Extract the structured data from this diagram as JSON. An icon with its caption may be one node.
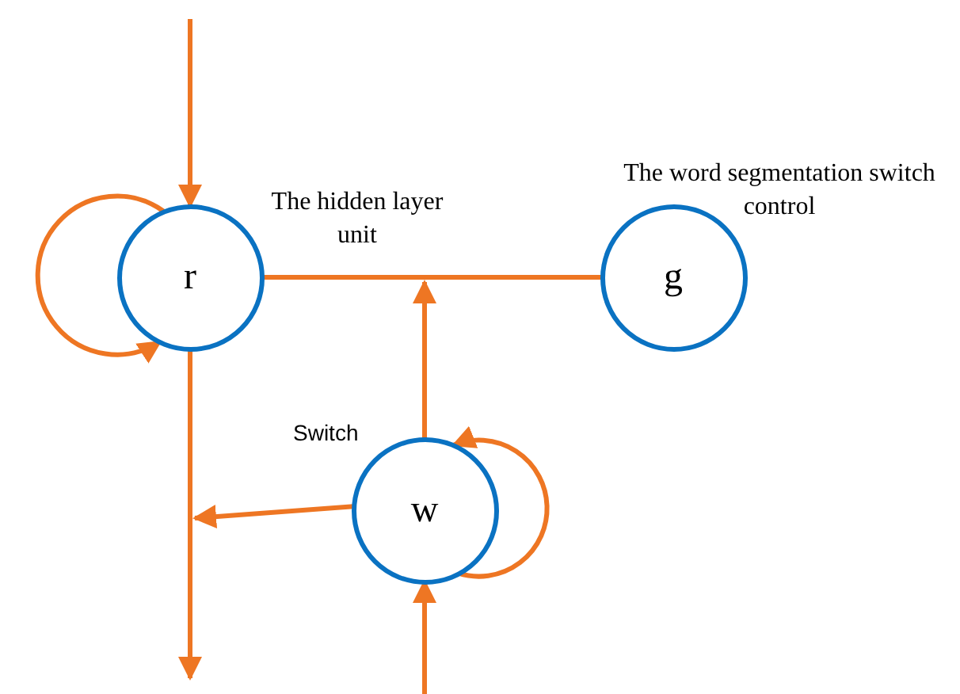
{
  "diagram": {
    "nodes": [
      {
        "text": [
          "r"
        ],
        "beside": [
          "The hidden layer unit"
        ]
      },
      {
        "text": [
          "g"
        ],
        "beside": [
          "The word segmentation switch control"
        ]
      },
      {
        "text": [
          "w"
        ],
        "beside": [
          "Switch"
        ]
      }
    ],
    "edges": [
      {
        "from": null,
        "to": 0,
        "arrow": "to"
      },
      {
        "from": 0,
        "to": 0,
        "arrow": "to"
      },
      {
        "from": 0,
        "to": 1,
        "arrow": "none"
      },
      {
        "from": 2,
        "to": 0,
        "arrow": "to"
      },
      {
        "from": 0,
        "to": null,
        "arrow": "to"
      },
      {
        "from": 2,
        "to": null,
        "arrow": "to"
      },
      {
        "from": 2,
        "to": 2,
        "arrow": "to"
      },
      {
        "from": null,
        "to": 2,
        "arrow": "to"
      }
    ]
  }
}
